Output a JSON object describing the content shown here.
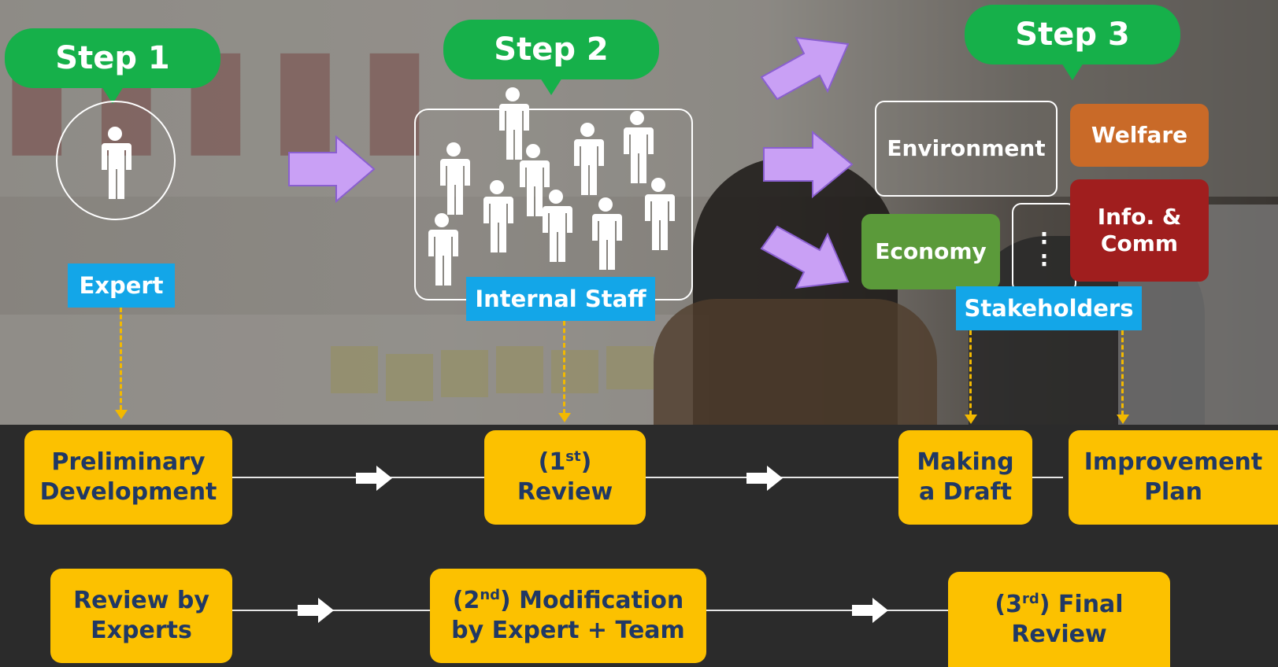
{
  "steps": [
    {
      "label": "Step 1"
    },
    {
      "label": "Step 2"
    },
    {
      "label": "Step 3"
    }
  ],
  "roles": {
    "expert": "Expert",
    "internal_staff": "Internal Staff",
    "stakeholders": "Stakeholders"
  },
  "categories": {
    "environment": "Environment",
    "welfare": "Welfare",
    "economy": "Economy",
    "info_line1": "Info. &",
    "info_line2": "Comm",
    "ellipsis": ":"
  },
  "row1": {
    "preliminary_line1": "Preliminary",
    "preliminary_line2": "Development",
    "review_sup_pre": "(1",
    "review_sup": "st",
    "review_sup_post": ")",
    "review_line2": "Review",
    "draft_line1": "Making",
    "draft_line2": "a Draft",
    "improvement_line1": "Improvement",
    "improvement_line2": "Plan"
  },
  "row2": {
    "review_experts_line1": "Review by",
    "review_experts_line2": "Experts",
    "modification_pre": "(2",
    "modification_sup": "nd",
    "modification_post": ") Modification",
    "modification_line2": "by Expert + Team",
    "final_pre": "(3",
    "final_sup": "rd",
    "final_post": ") Final",
    "final_line2": "Review"
  },
  "colors": {
    "step_green": "#16b04a",
    "label_blue": "#13a6e8",
    "box_yellow": "#fcc100",
    "box_text_navy": "#203864",
    "arrow_purple": "#c9a0f5",
    "welfare_orange": "#c96a28",
    "economy_green": "#5b9a3a",
    "info_red": "#a01e1e"
  }
}
